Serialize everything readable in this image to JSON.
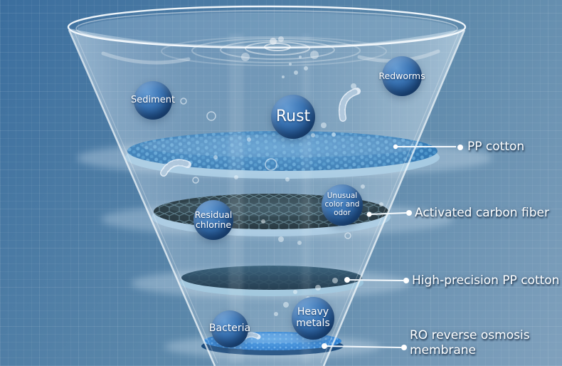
{
  "diagram": {
    "type": "water-filtration-funnel",
    "background_top_left_color": "#3b6e9e",
    "background_bottom_right_color": "#80a1bd"
  },
  "contaminants": [
    {
      "id": "sediment",
      "label": "Sediment"
    },
    {
      "id": "rust",
      "label": "Rust"
    },
    {
      "id": "redworms",
      "label": "Redworms"
    },
    {
      "id": "residual-chlorine",
      "label": "Residual chlorine"
    },
    {
      "id": "unusual-color-odor",
      "label": "Unusual color and odor"
    },
    {
      "id": "bacteria",
      "label": "Bacteria"
    },
    {
      "id": "heavy-metals",
      "label": "Heavy metals"
    }
  ],
  "filter_layers": [
    {
      "id": "pp-cotton",
      "label": "PP cotton",
      "color": "#3f86c2"
    },
    {
      "id": "activated-carbon-fiber",
      "label": "Activated carbon fiber",
      "color": "#13222b"
    },
    {
      "id": "high-precision-pp-cotton",
      "label": "High-precision PP cotton",
      "color": "#1c3b55"
    },
    {
      "id": "ro-membrane",
      "label": "RO reverse osmosis membrane",
      "color": "#2b7fd4"
    }
  ],
  "colors": {
    "bubble_sphere": "#2a62a4",
    "label_text": "#ffffff",
    "connector_line": "#f4f9fd"
  }
}
